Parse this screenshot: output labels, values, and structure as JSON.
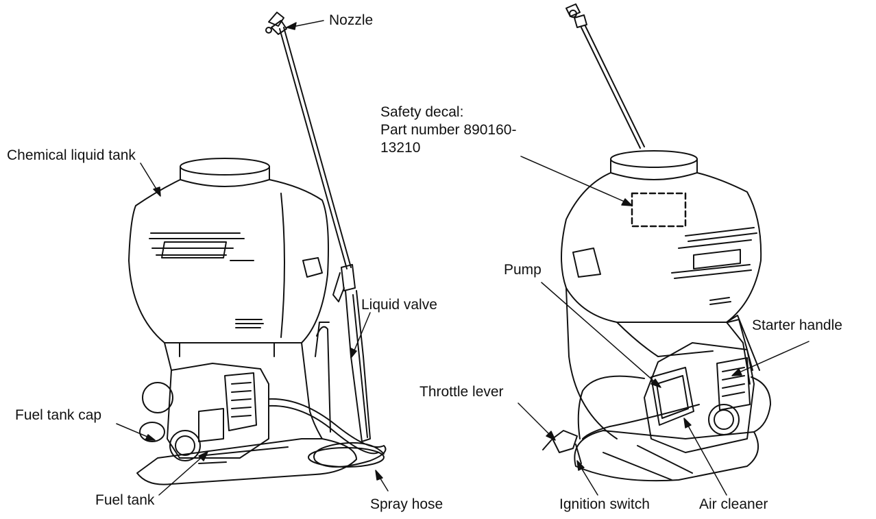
{
  "labels": {
    "nozzle": "Nozzle",
    "chemical_liquid_tank": "Chemical liquid tank",
    "safety_decal_line1": "Safety decal:",
    "safety_decal_line2": "Part number 890160-",
    "safety_decal_line3": "13210",
    "liquid_valve": "Liquid valve",
    "pump": "Pump",
    "starter_handle": "Starter handle",
    "throttle_lever": "Throttle lever",
    "fuel_tank_cap": "Fuel tank cap",
    "fuel_tank": "Fuel tank",
    "spray_hose": "Spray hose",
    "ignition_switch": "Ignition switch",
    "air_cleaner": "Air cleaner"
  },
  "colors": {
    "line": "#111111",
    "background": "#ffffff"
  }
}
